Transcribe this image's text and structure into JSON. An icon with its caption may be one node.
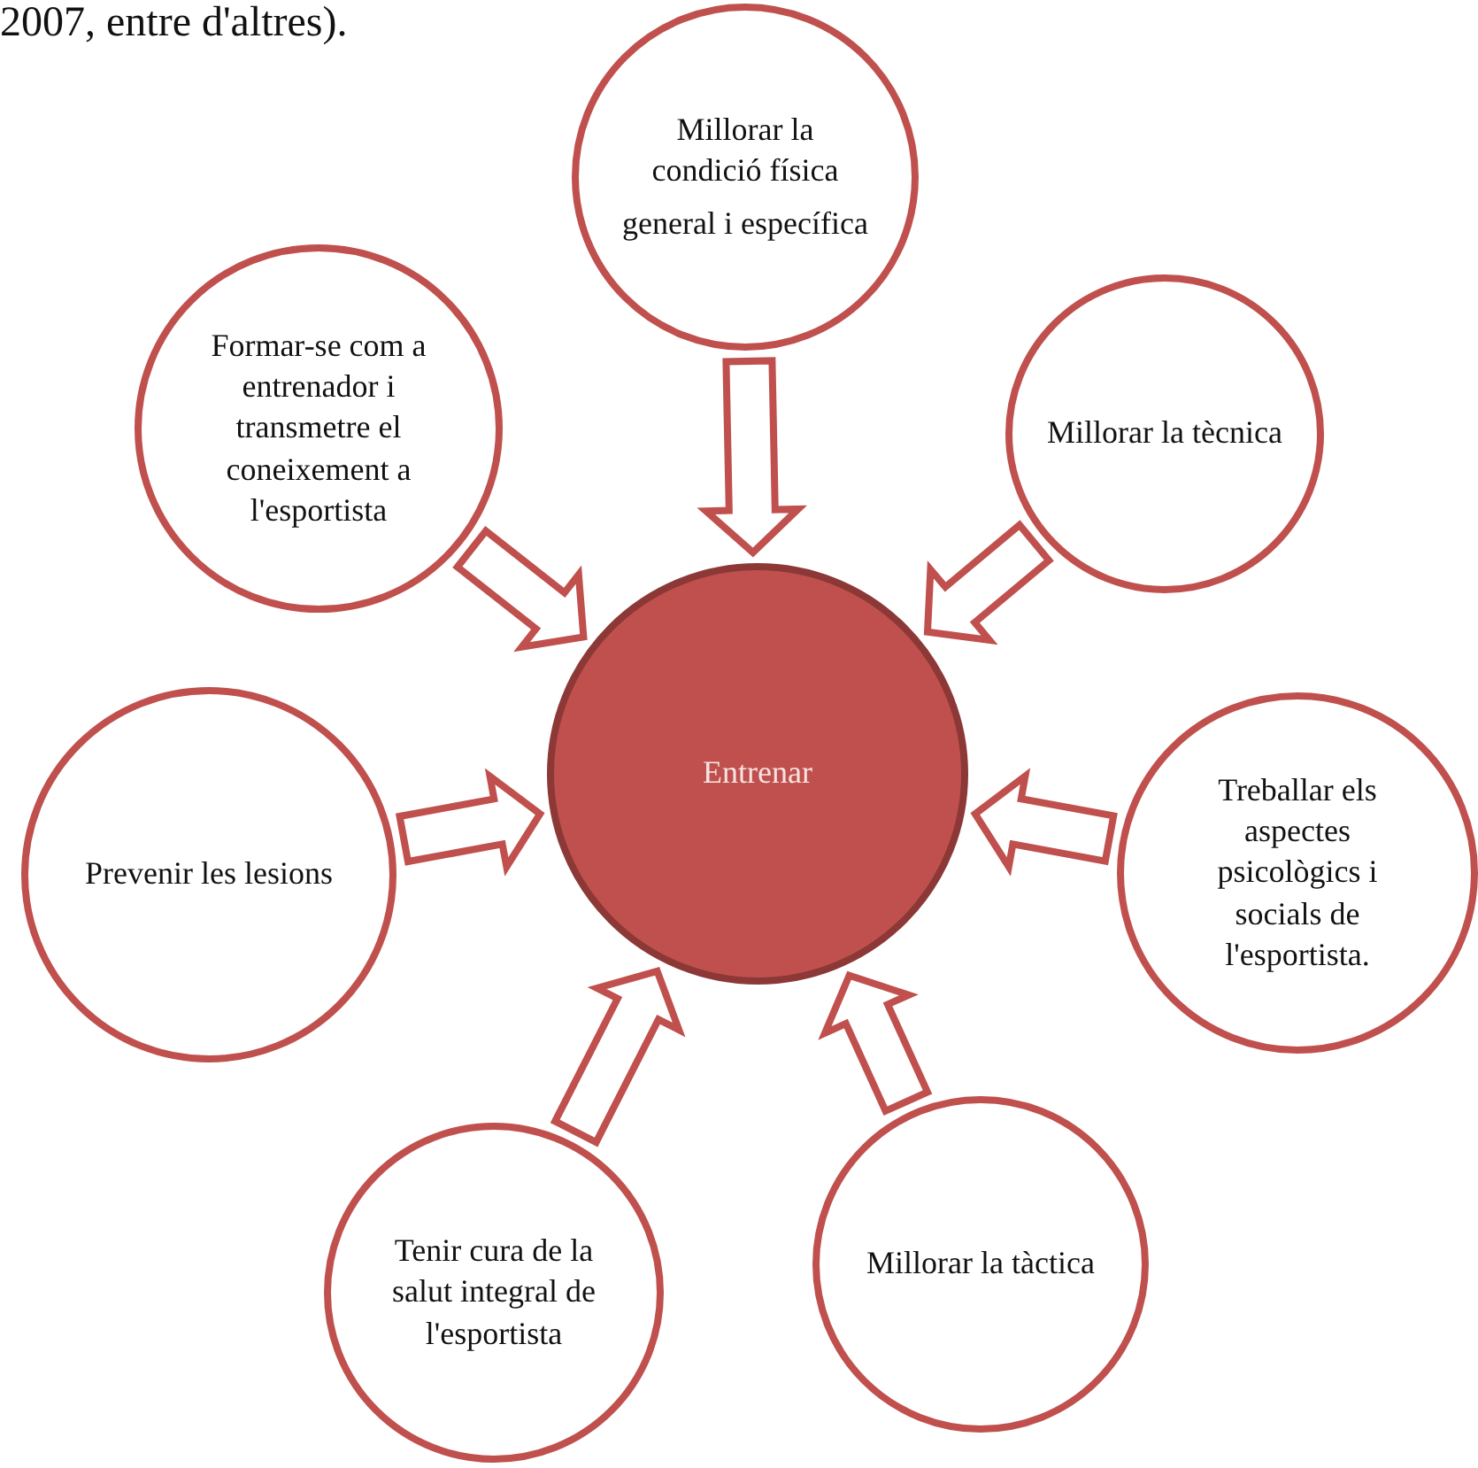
{
  "diagram": {
    "nodes": [
      {
        "text": [
          "Millorar la condició física",
          "general i específica"
        ]
      },
      {
        "text": [
          "Formar-se com a entrenador i transmetre el coneixement a l'esportista"
        ]
      },
      {
        "text": [
          "Millorar la tècnica"
        ]
      },
      {
        "text": [
          "Entrenar"
        ]
      },
      {
        "text": [
          "Prevenir les lesions"
        ]
      },
      {
        "text": [
          "Treballar els aspectes psicològics i socials de l'esportista."
        ]
      },
      {
        "text": [
          "Tenir cura de la salut integral de l'esportista"
        ]
      },
      {
        "text": [
          "Millorar la tàctica"
        ]
      }
    ],
    "edges": [
      {
        "from": 0,
        "to": 3,
        "arrow": "to"
      },
      {
        "from": 2,
        "to": 3,
        "arrow": "to"
      },
      {
        "from": 5,
        "to": 3,
        "arrow": "to"
      },
      {
        "from": 7,
        "to": 3,
        "arrow": "to"
      },
      {
        "from": 6,
        "to": 3,
        "arrow": "to"
      },
      {
        "from": 4,
        "to": 3,
        "arrow": "to"
      },
      {
        "from": 1,
        "to": 3,
        "arrow": "to"
      }
    ],
    "labels": [
      "2007, entre d'altres)."
    ]
  }
}
